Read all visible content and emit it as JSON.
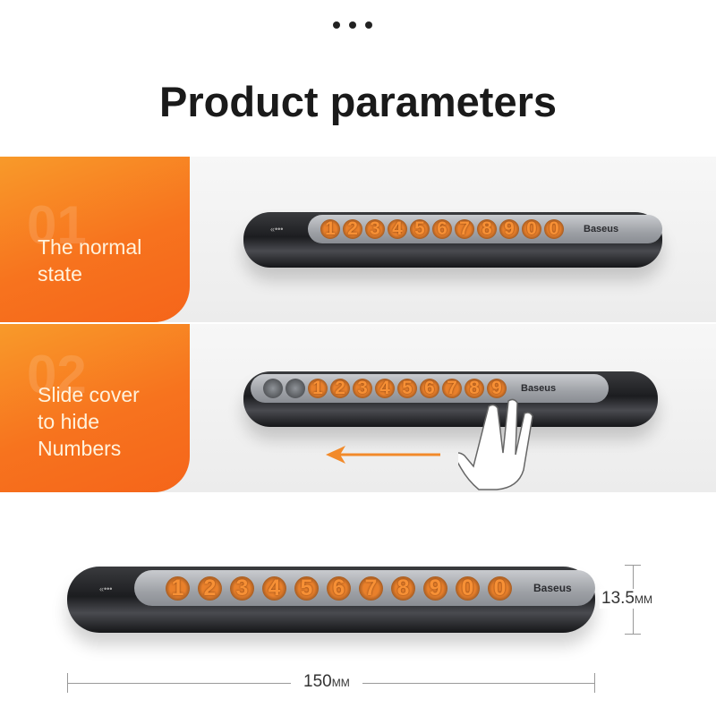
{
  "header": {
    "title": "Product parameters"
  },
  "accent_color": "#f7731e",
  "sections": [
    {
      "number": "01",
      "text": "The normal\nstate"
    },
    {
      "number": "02",
      "text": "Slide cover\nto hide\nNumbers"
    }
  ],
  "device": {
    "brand": "Baseus",
    "slider_icon": "double-chevron-left-icon",
    "digits": [
      "1",
      "2",
      "3",
      "4",
      "5",
      "6",
      "7",
      "8",
      "9",
      "0",
      "0"
    ],
    "hidden_digits_visible": [
      "1",
      "2",
      "3",
      "4",
      "5",
      "6",
      "7",
      "8",
      "9"
    ]
  },
  "dimensions": {
    "height_value": "13.5",
    "height_unit": "MM",
    "length_value": "150",
    "length_unit": "MM"
  }
}
